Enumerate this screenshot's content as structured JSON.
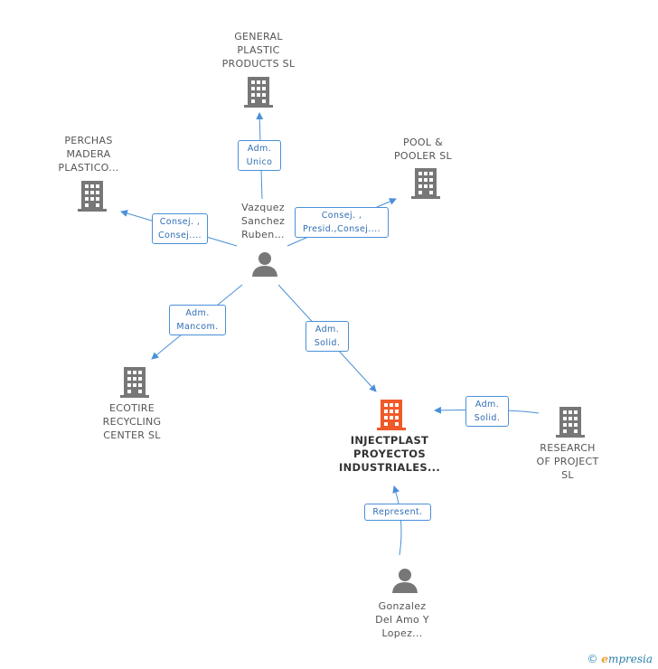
{
  "nodes": {
    "general_plastic": {
      "label": "GENERAL\nPLASTIC\nPRODUCTS SL",
      "type": "company"
    },
    "perchas": {
      "label": "PERCHAS\nMADERA\nPLASTICO...",
      "type": "company"
    },
    "pool_pooler": {
      "label": "POOL &\nPOOLER SL",
      "type": "company"
    },
    "vazquez": {
      "label": "Vazquez\nSanchez\nRuben...",
      "type": "person"
    },
    "ecotire": {
      "label": "ECOTIRE\nRECYCLING\nCENTER SL",
      "type": "company"
    },
    "injectplast": {
      "label": "INJECTPLAST\nPROYECTOS\nINDUSTRIALES...",
      "type": "company-main"
    },
    "research": {
      "label": "RESEARCH\nOF PROJECT\nSL",
      "type": "company"
    },
    "gonzalez": {
      "label": "Gonzalez\nDel Amo Y\nLopez...",
      "type": "person"
    }
  },
  "roles": {
    "adm_unico": "Adm.\nUnico",
    "consej_perchas": "Consej. ,\nConsej....",
    "consej_pool": "Consej. ,\nPresid.,Consej....",
    "adm_mancom": "Adm.\nMancom.",
    "adm_solid_vazquez": "Adm.\nSolid.",
    "adm_solid_research": "Adm.\nSolid.",
    "represent": "Represent."
  },
  "colors": {
    "company_icon": "#777777",
    "main_icon": "#f05a28",
    "edge": "#4a90d9",
    "person_icon": "#777777"
  },
  "footer": {
    "copyright": "©",
    "brand": "mpresia",
    "brand_initial": "e"
  }
}
